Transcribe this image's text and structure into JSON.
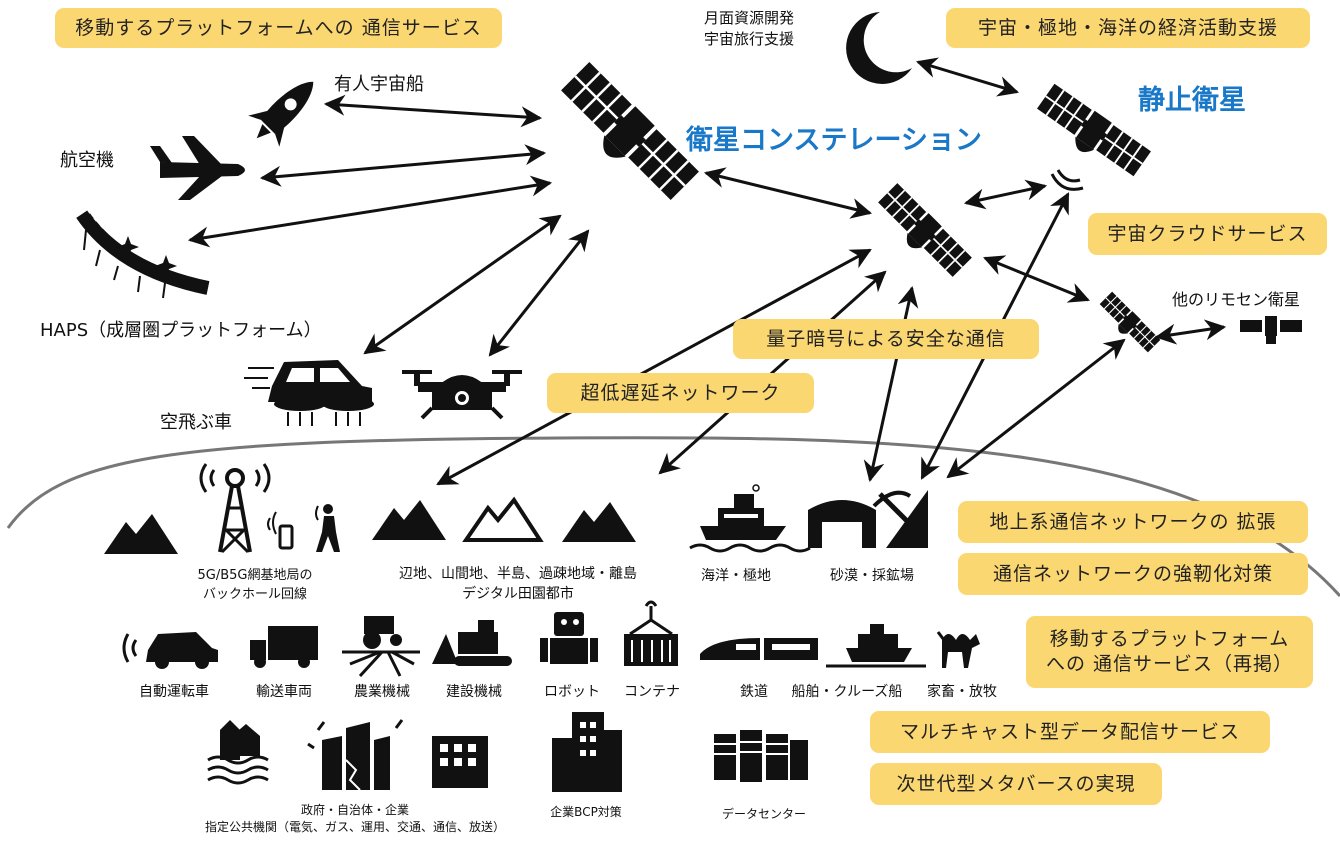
{
  "colors": {
    "box_fill": "#fbd772",
    "accent_text": "#1a78c8",
    "ground_line": "#777777",
    "icon": "#111111"
  },
  "sky": {
    "constellation_title": "衛星コンステレーション",
    "geo_title": "静止衛星",
    "moon_line1": "月面資源開発",
    "moon_line2": "宇宙旅行支援",
    "remote_sensing": "他のリモセン衛星",
    "manned_spacecraft": "有人宇宙船",
    "aircraft": "航空機",
    "haps": "HAPS（成層圏プラットフォーム）",
    "flying_car": "空飛ぶ車"
  },
  "boxes": {
    "mobile_platform": "移動するプラットフォームへの 通信サービス",
    "space_economy": "宇宙・極地・海洋の経済活動支援",
    "space_cloud": "宇宙クラウドサービス",
    "quantum": "量子暗号による安全な通信",
    "low_latency": "超低遅延ネットワーク",
    "terrestrial_expansion": "地上系通信ネットワークの 拡張",
    "resilience": "通信ネットワークの強靭化対策",
    "mobile_repost_line1": "移動するプラットフォーム",
    "mobile_repost_line2": "への 通信サービス（再掲）",
    "multicast": "マルチキャスト型データ配信サービス",
    "metaverse": "次世代型メタバースの実現"
  },
  "ground": {
    "backhaul_line1": "5G/B5G網基地局の",
    "backhaul_line2": "バックホール回線",
    "remote_line1": "辺地、山間地、半島、過疎地域・離島",
    "remote_line2": "デジタル田園都市",
    "ocean": "海洋・極地",
    "desert": "砂漠・採鉱場",
    "autonomous": "自動運転車",
    "transport": "輸送車両",
    "agri": "農業機械",
    "construction": "建設機械",
    "robot": "ロボット",
    "container": "コンテナ",
    "railway": "鉄道",
    "ship": "船舶・クルーズ船",
    "livestock": "家畜・放牧",
    "gov_line1": "政府・自治体・企業",
    "gov_line2": "指定公共機関（電気、ガス、運用、交通、通信、放送）",
    "bcp": "企業BCP対策",
    "datacenter": "データセンター"
  },
  "icons": [
    "rocket-icon",
    "airplane-icon",
    "haps-icon",
    "flying-car-icon",
    "drone-icon",
    "satellite-icon",
    "moon-icon",
    "tower-icon",
    "mountain-icon",
    "ship-icon",
    "mine-icon",
    "car-icon",
    "truck-icon",
    "tractor-icon",
    "bulldozer-icon",
    "robot-icon",
    "container-icon",
    "train-icon",
    "camel-icon",
    "flood-icon",
    "earthquake-icon",
    "building-icon",
    "datacenter-icon"
  ]
}
